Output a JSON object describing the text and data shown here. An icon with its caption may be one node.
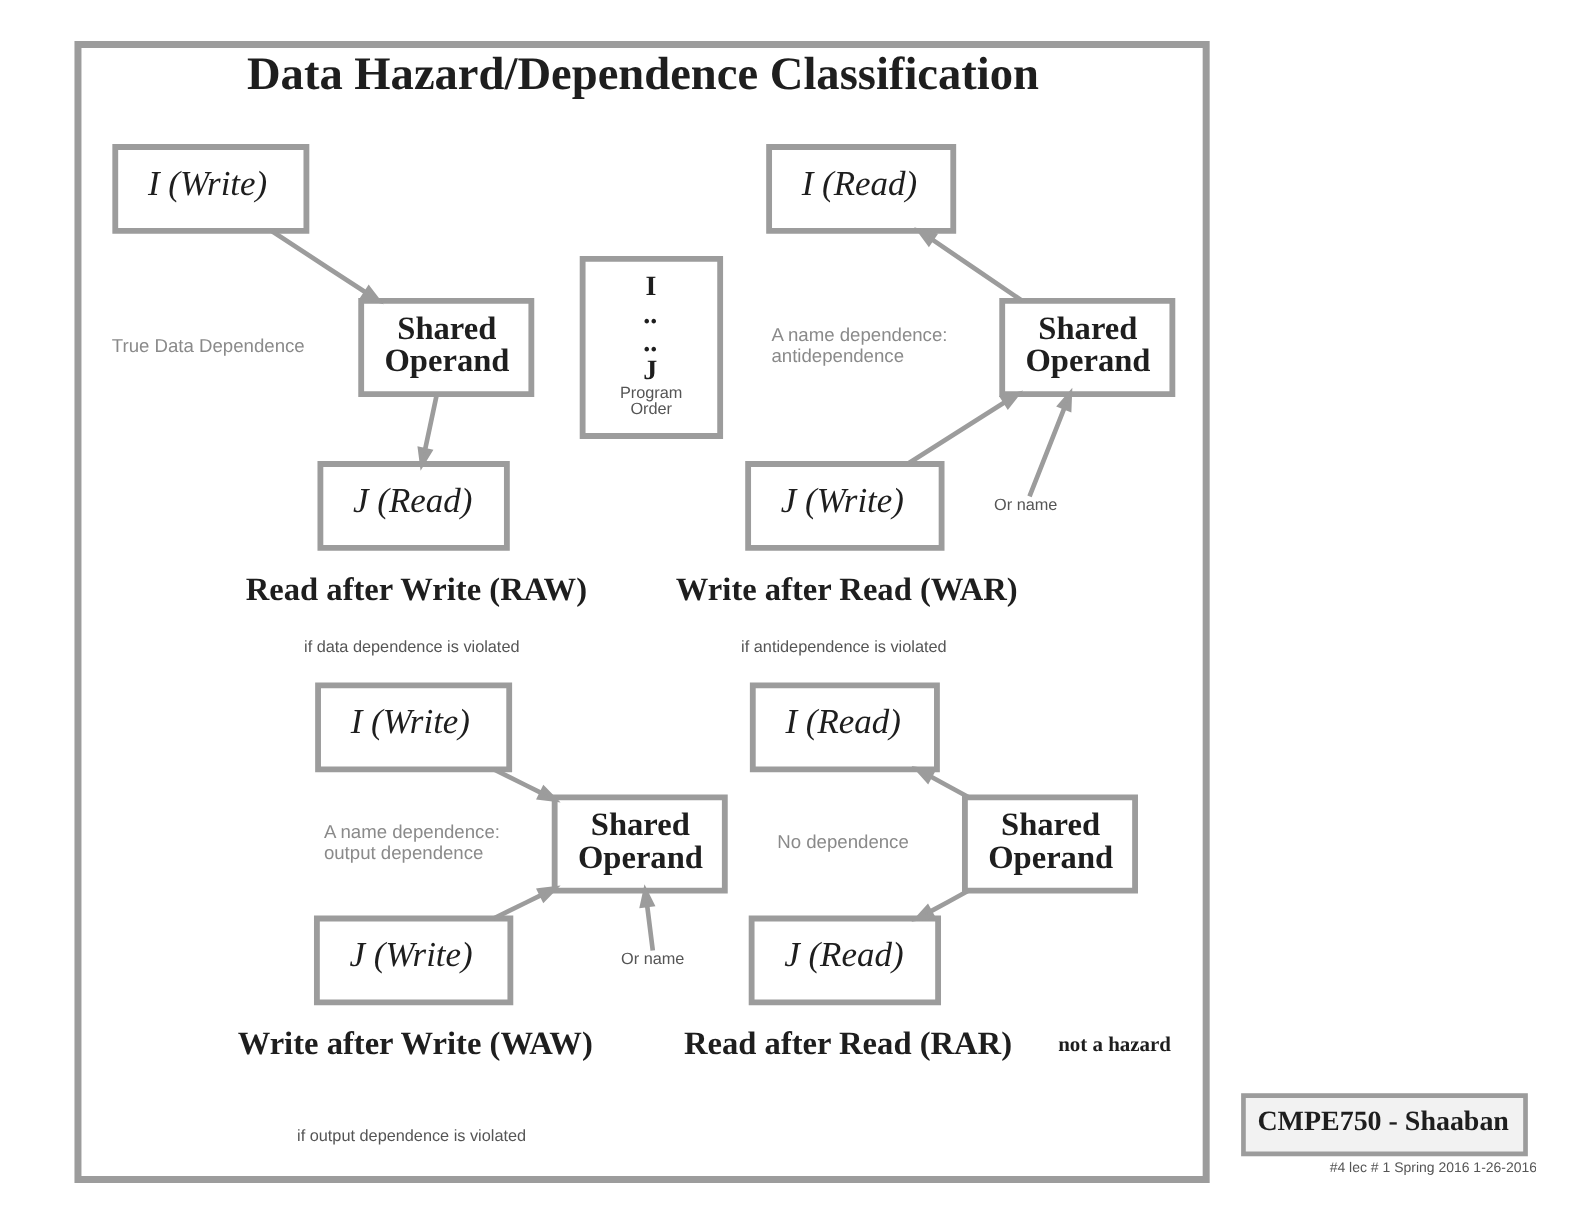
{
  "diagram": {
    "nodes": [
      {
        "text": [
          "Data Hazard/Dependence Classification"
        ]
      },
      {
        "text": [
          "I (Write)"
        ],
        "in": 0
      },
      {
        "text": [
          "Shared Operand"
        ],
        "in": 0
      },
      {
        "text": [
          "J (Read)"
        ],
        "in": 0
      },
      {
        "text": [
          "I",
          "..",
          "..",
          "J",
          "Program Order"
        ],
        "in": 0
      },
      {
        "text": [
          "I (Read)"
        ],
        "in": 0
      },
      {
        "text": [
          "Shared Operand"
        ],
        "in": 0
      },
      {
        "text": [
          "J (Write)"
        ],
        "in": 0
      },
      {
        "text": [
          "Or name"
        ],
        "in": 0
      },
      {
        "text": [
          "I (Write)"
        ],
        "in": 0
      },
      {
        "text": [
          "Shared Operand"
        ],
        "in": 0
      },
      {
        "text": [
          "J (Write)"
        ],
        "in": 0
      },
      {
        "text": [
          "Or name"
        ],
        "in": 0
      },
      {
        "text": [
          "I (Read)"
        ],
        "in": 0
      },
      {
        "text": [
          "Shared Operand"
        ],
        "in": 0
      },
      {
        "text": [
          "J (Read)"
        ],
        "in": 0
      },
      {
        "text": [
          "CMPE750 - Shaaban"
        ],
        "beside": [
          "#4 lec # 1 Spring 2016 1-26-2016"
        ]
      }
    ],
    "edges": [
      {
        "from": 1,
        "to": 2,
        "arrow": "to"
      },
      {
        "from": 2,
        "to": 3,
        "arrow": "to"
      },
      {
        "from": 6,
        "to": 5,
        "arrow": "to"
      },
      {
        "from": 7,
        "to": 6,
        "arrow": "to"
      },
      {
        "from": 8,
        "to": 6,
        "arrow": "to"
      },
      {
        "from": 9,
        "to": 10,
        "arrow": "to"
      },
      {
        "from": 11,
        "to": 10,
        "arrow": "to"
      },
      {
        "from": 12,
        "to": 10,
        "arrow": "to"
      },
      {
        "from": 14,
        "to": 13,
        "arrow": "to"
      },
      {
        "from": 14,
        "to": 15,
        "arrow": "to"
      }
    ],
    "labels": [
      "True Data Dependence",
      "A name dependence: antidependence",
      "Read after Write (RAW)",
      "Write after Read (WAR)",
      "if data dependence is violated",
      "if antidependence is violated",
      "A name dependence: output dependence",
      "No dependence",
      "Write after Write (WAW)",
      "Read after Read (RAR)",
      "not a hazard",
      "if output dependence is violated"
    ]
  }
}
